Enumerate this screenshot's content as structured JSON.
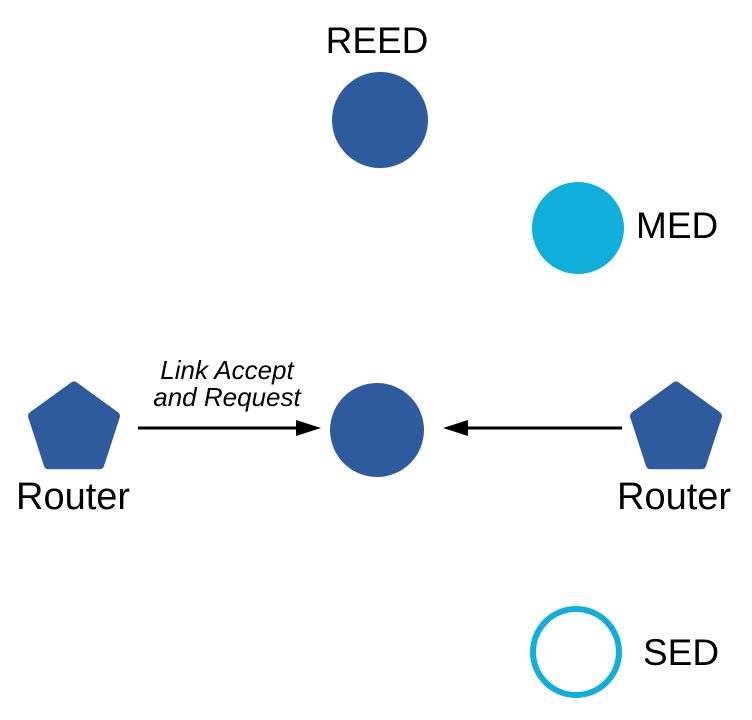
{
  "colors": {
    "node_blue": "#2E5B9E",
    "node_cyan": "#0FAEDB",
    "line_black": "#000000"
  },
  "nodes": {
    "reed": {
      "label": "REED",
      "shape": "filled-circle",
      "color": "#2E5B9E"
    },
    "med": {
      "label": "MED",
      "shape": "filled-circle",
      "color": "#0FAEDB"
    },
    "central": {
      "label": "",
      "shape": "filled-circle",
      "color": "#2E5B9E"
    },
    "router_left": {
      "label": "Router",
      "shape": "pentagon",
      "color": "#2E5B9E"
    },
    "router_right": {
      "label": "Router",
      "shape": "pentagon",
      "color": "#2E5B9E"
    },
    "sed": {
      "label": "SED",
      "shape": "outline-circle",
      "color": "#0FAEDB"
    }
  },
  "edges": {
    "left_arrow": {
      "label_line1": "Link Accept",
      "label_line2": "and Request",
      "from": "router_left",
      "to": "central"
    },
    "right_arrow": {
      "label_line1": "",
      "label_line2": "",
      "from": "router_right",
      "to": "central"
    }
  }
}
